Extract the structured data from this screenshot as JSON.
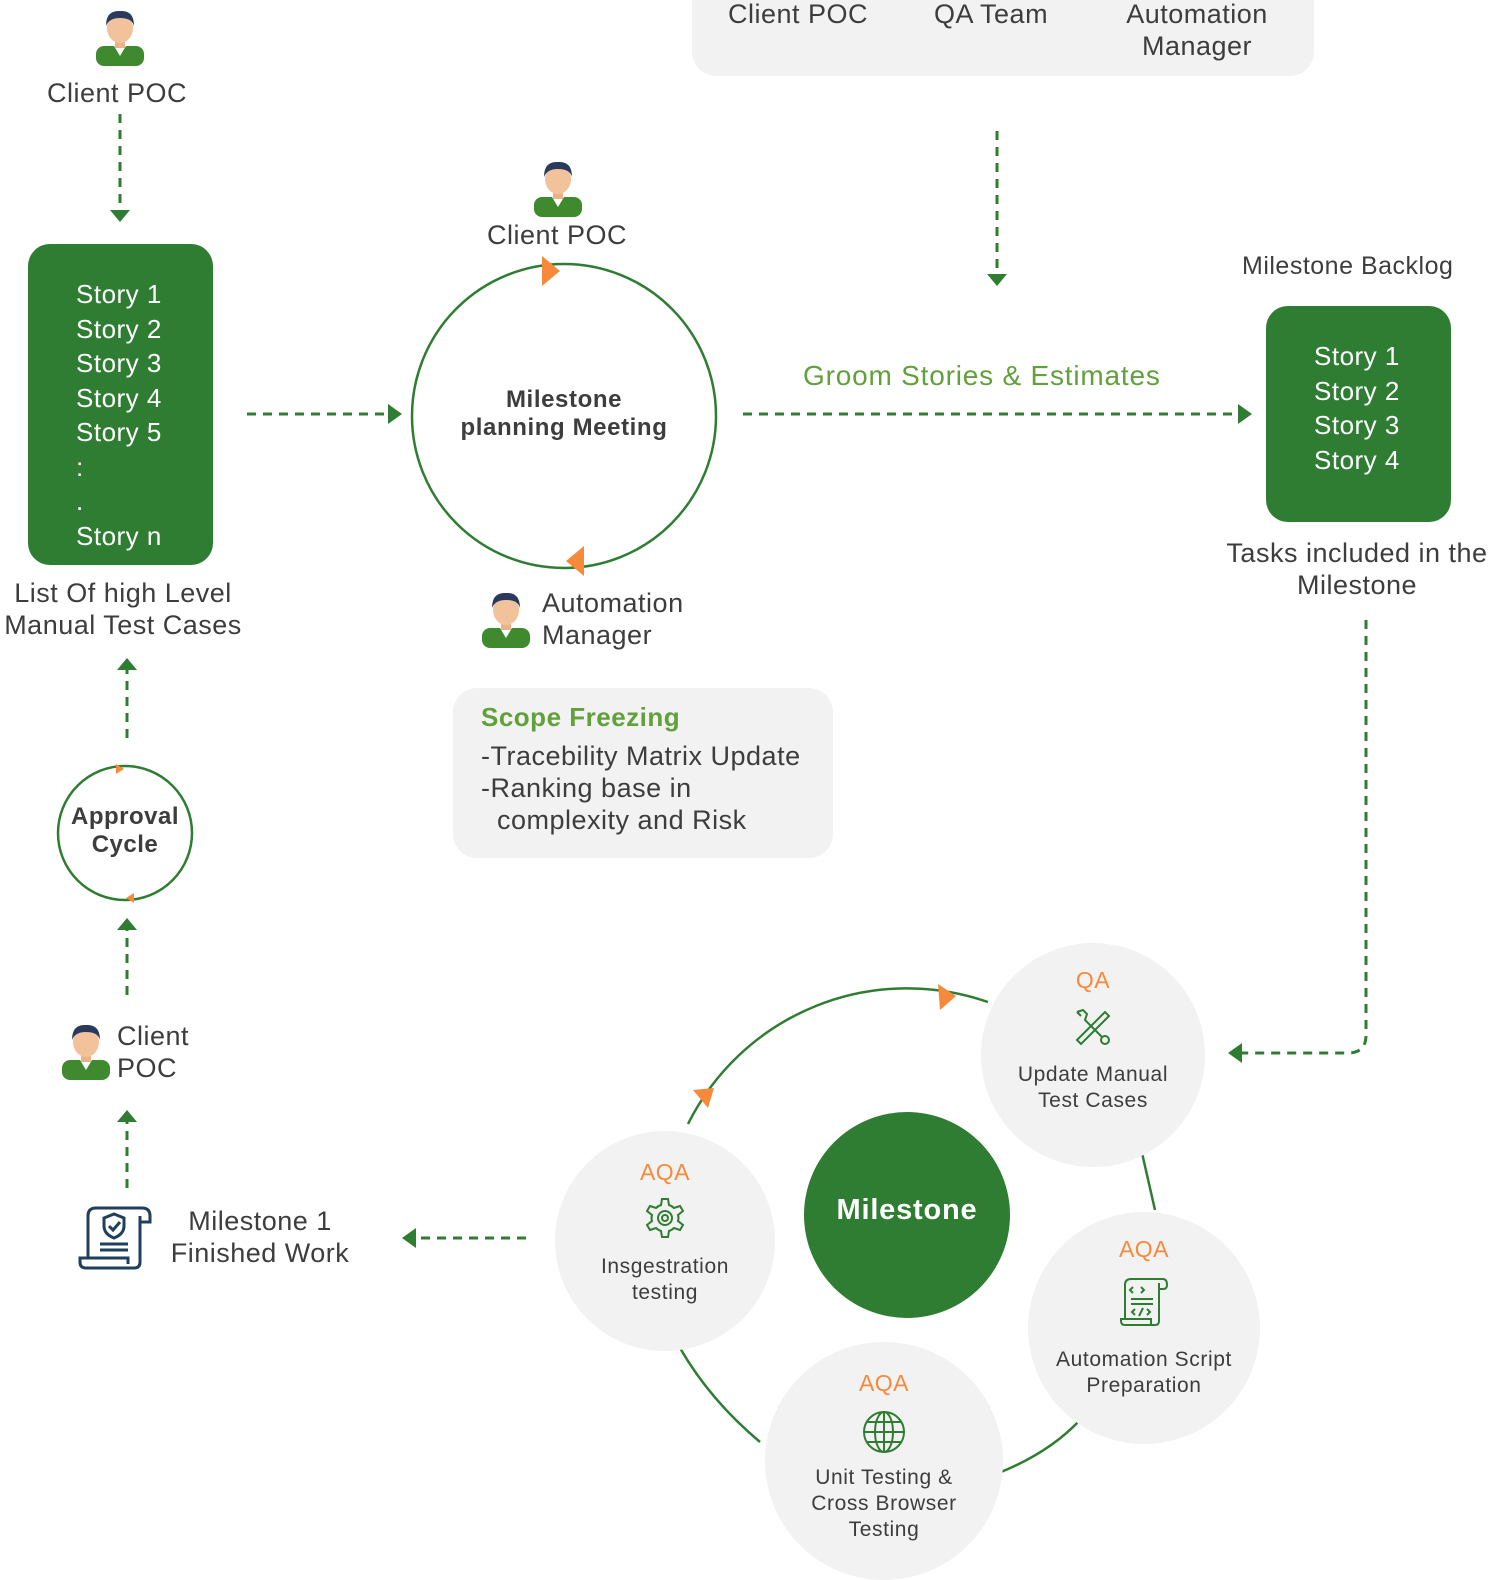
{
  "colors": {
    "green": "#2f7d32",
    "light_green": "#62a03c",
    "orange": "#f7893b",
    "gray_box": "#f2f2f2",
    "text": "#3d3d3d",
    "navy": "#1f3f5a"
  },
  "top_roles": {
    "client_poc": "Client POC",
    "qa_team": "QA Team",
    "automation_manager_line1": "Automation",
    "automation_manager_line2": "Manager"
  },
  "left": {
    "client_poc_top": "Client POC",
    "story_list": [
      "Story 1",
      "Story 2",
      "Story 3",
      "Story 4",
      "Story 5",
      ":",
      ".",
      "Story n"
    ],
    "caption_line1": "List Of high Level",
    "caption_line2": "Manual Test Cases",
    "approval_line1": "Approval",
    "approval_line2": "Cycle",
    "client_poc_bottom_line1": "Client",
    "client_poc_bottom_line2": "POC",
    "finished_line1": "Milestone 1",
    "finished_line2": "Finished Work"
  },
  "meeting": {
    "client_poc": "Client POC",
    "title_line1": "Milestone",
    "title_line2": "planning Meeting",
    "manager_line1": "Automation",
    "manager_line2": "Manager"
  },
  "scope": {
    "title": "Scope Freezing",
    "line1": "-Tracebility Matrix Update",
    "line2": "-Ranking base in",
    "line3": "complexity and Risk"
  },
  "groom_label": "Groom Stories & Estimates",
  "backlog": {
    "title": "Milestone Backlog",
    "stories": [
      "Story 1",
      "Story 2",
      "Story 3",
      "Story 4"
    ],
    "caption_line1": "Tasks included in the",
    "caption_line2": "Milestone"
  },
  "cycle": {
    "center": "Milestone",
    "stages": [
      {
        "role": "QA",
        "line1": "Update Manual",
        "line2": "Test Cases",
        "icon": "tools-icon"
      },
      {
        "role": "AQA",
        "line1": "Automation Script",
        "line2": "Preparation",
        "icon": "script-icon"
      },
      {
        "role": "AQA",
        "line1": "Unit Testing &",
        "line2": "Cross Browser",
        "line3": "Testing",
        "icon": "globe-icon"
      },
      {
        "role": "AQA",
        "line1": "Insgestration",
        "line2": "testing",
        "icon": "gear-icon"
      }
    ]
  }
}
